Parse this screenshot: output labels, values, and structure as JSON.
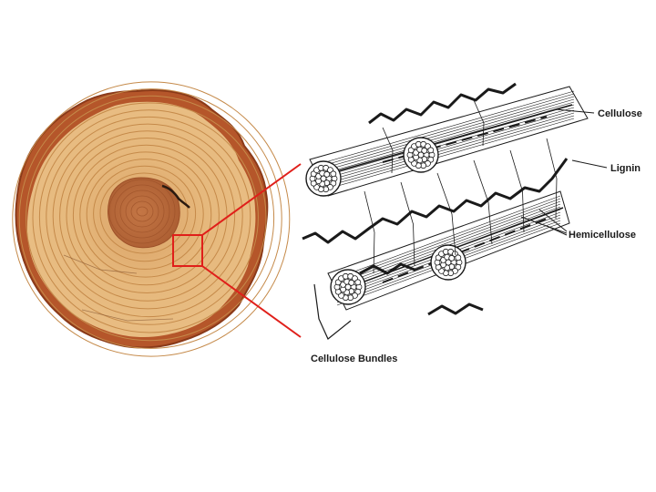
{
  "labels": {
    "cellulose": "Cellulose",
    "lignin": "Lignin",
    "hemicellulose": "Hemicellulose",
    "cellulose_bundles": "Cellulose Bundles"
  },
  "colors": {
    "bark": "#b5562a",
    "bark_dark": "#8a3a19",
    "sapwood": "#e4b478",
    "ring": "#c58a4a",
    "heartwood": "#b8683a",
    "callout": "#e01f1a",
    "ink": "#1a1a1a"
  }
}
